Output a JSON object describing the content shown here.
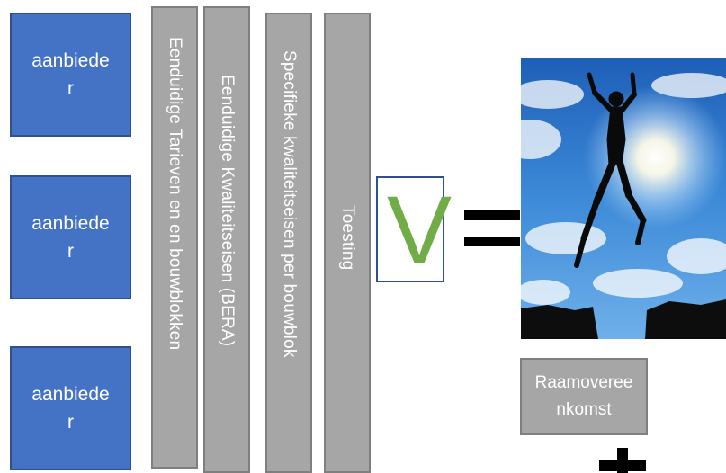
{
  "providers": [
    {
      "label": "aanbieder"
    },
    {
      "label": "aanbieder"
    },
    {
      "label": "aanbieder"
    }
  ],
  "columns": [
    {
      "label": "Eenduidige Tarieven en en bouwblokken"
    },
    {
      "label": "Eenduidige Kwaliteitseisen (BERA)"
    },
    {
      "label": "Specifieke kwaliteitseisen per bouwblok"
    },
    {
      "label": "Toesting"
    }
  ],
  "check_letter": "V",
  "contract_label": "Raamovereenkomst",
  "colors": {
    "provider_fill": "#4472c4",
    "column_fill": "#a6a6a6",
    "check_green": "#70ad47"
  },
  "icons": [
    "equals-sign-icon",
    "plus-sign-icon"
  ],
  "image": "silhouette of a person leaping across a gap under a bright blue sky"
}
